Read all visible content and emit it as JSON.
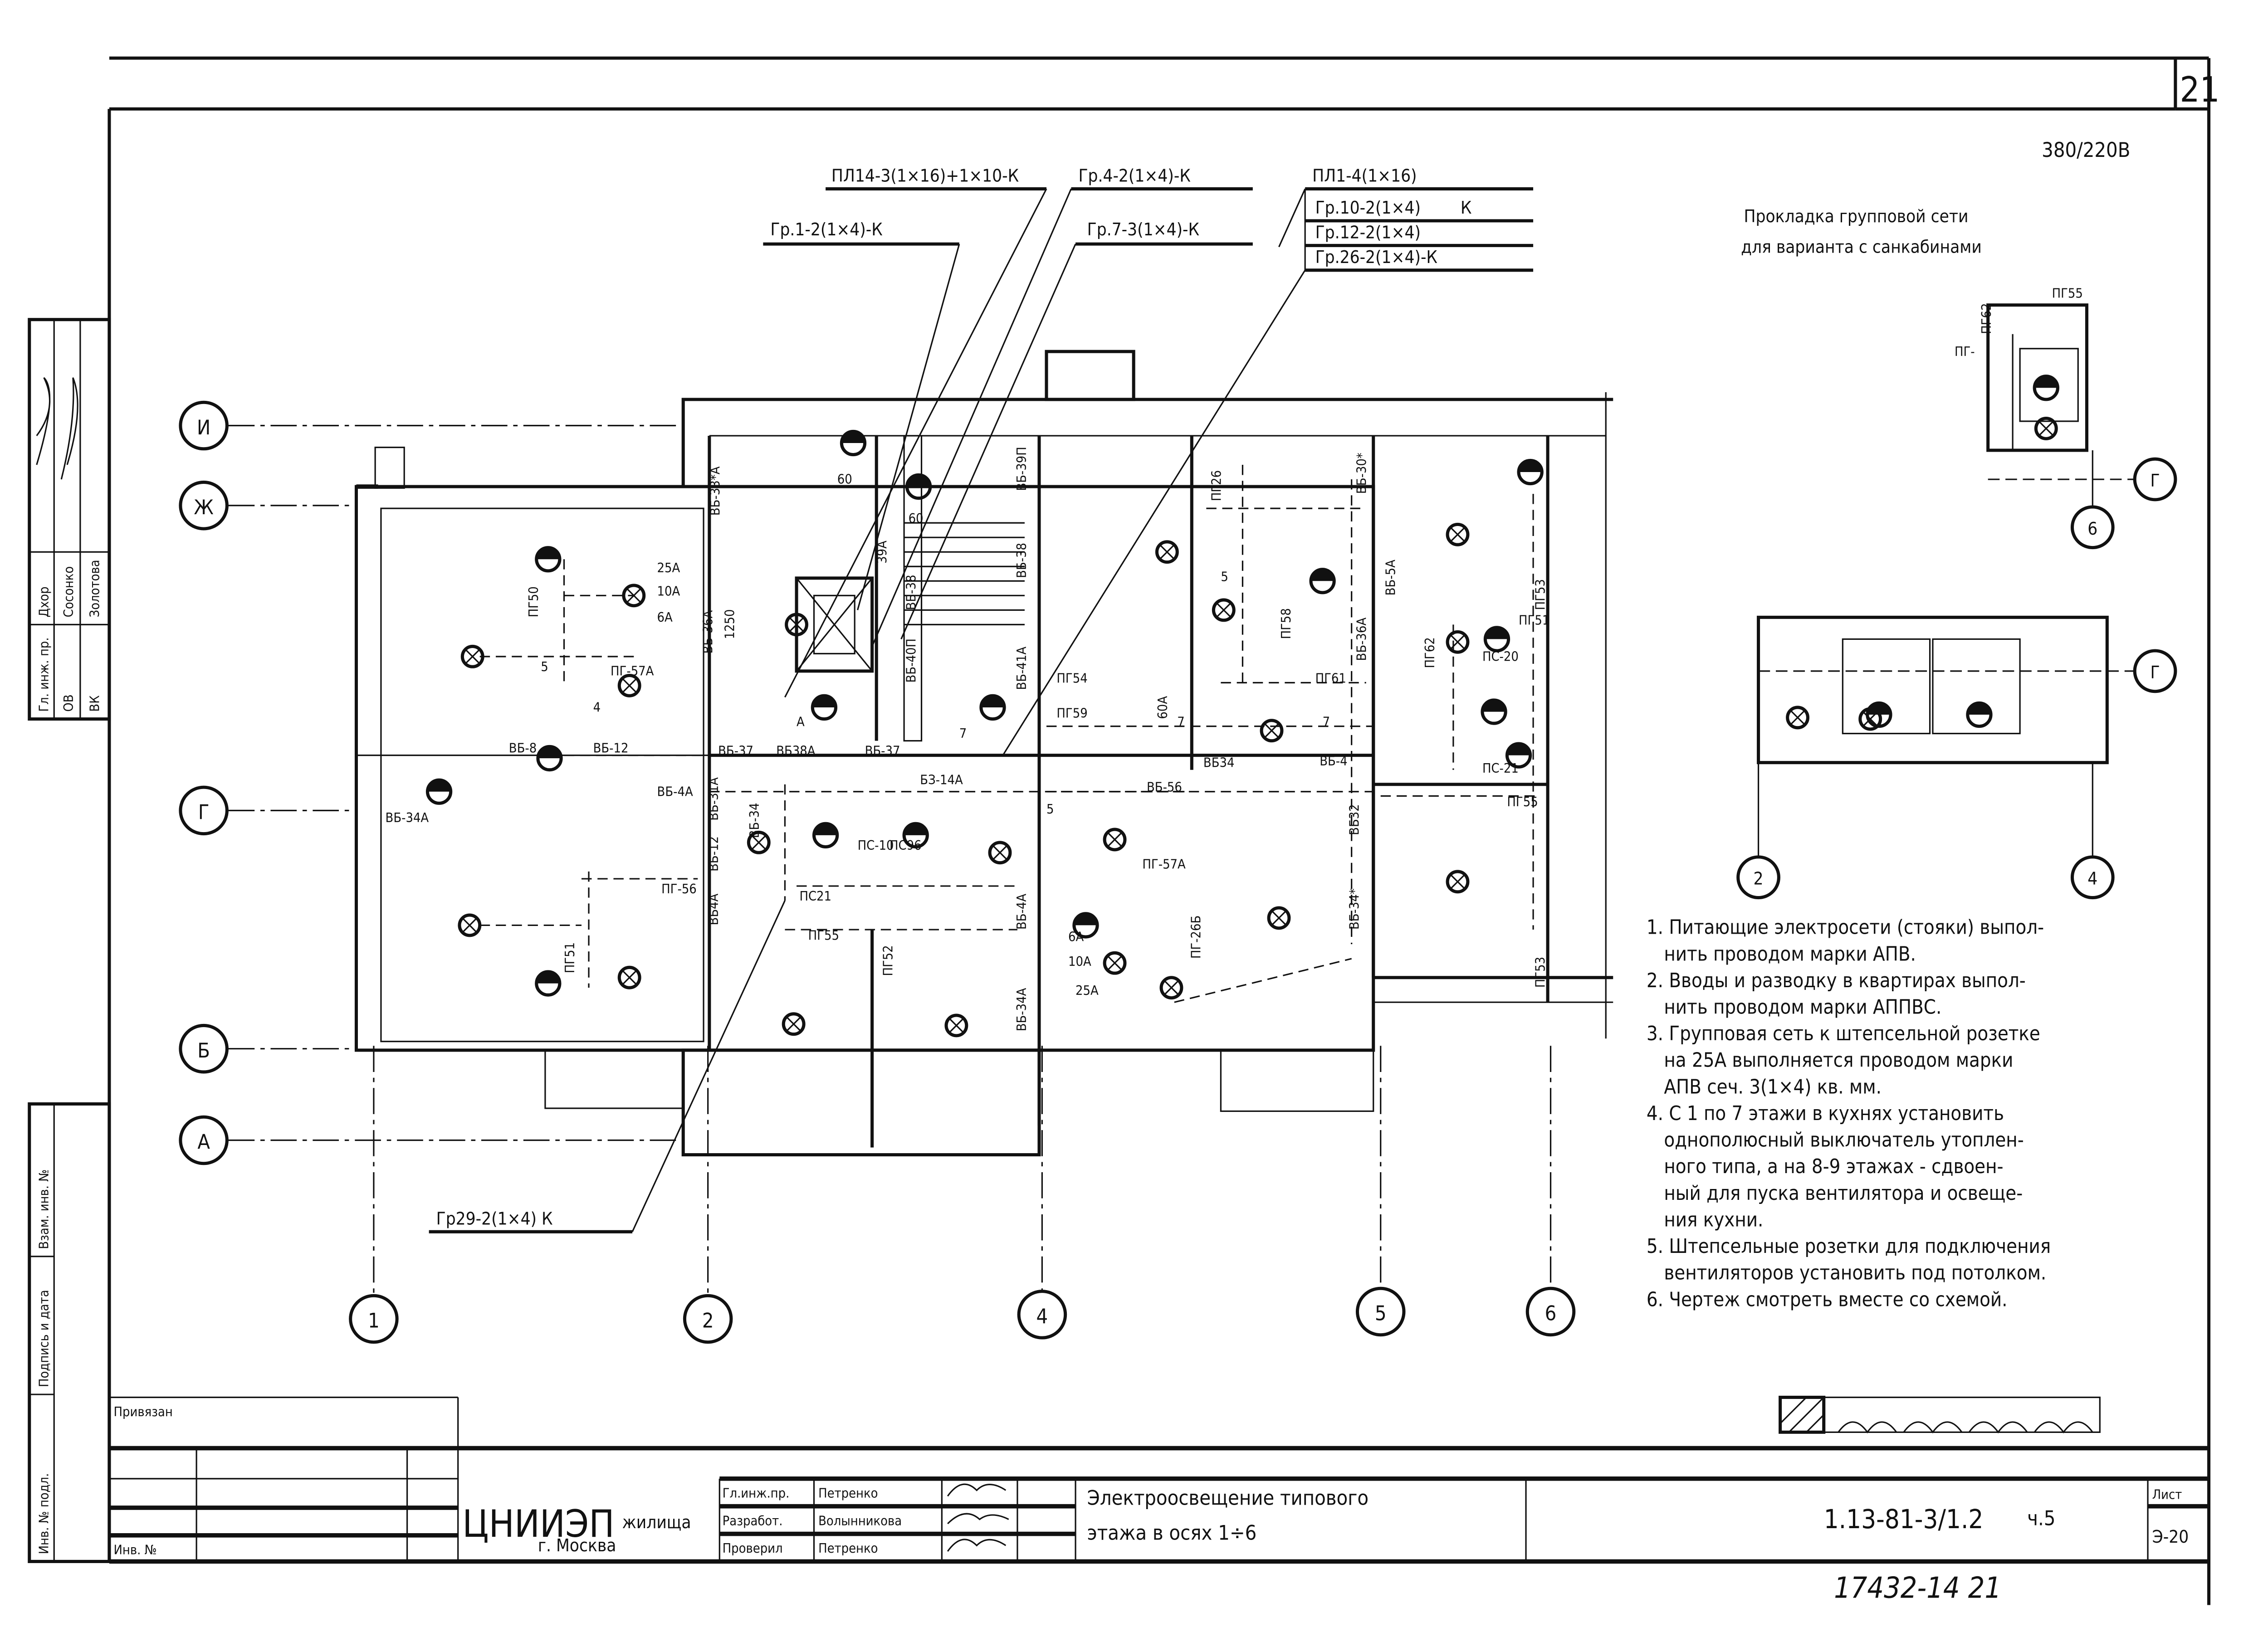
{
  "sheet": {
    "number": "21",
    "voltage": "380/220В",
    "archive_number": "17432-14 21"
  },
  "inset": {
    "title_line1": "Прокладка групповой сети",
    "title_line2": "для варианта с санкабинами",
    "labels": [
      "ПГ55",
      "ПГ62",
      "ПГ-"
    ],
    "axes": [
      "6",
      "Г",
      "Г",
      "2",
      "4"
    ]
  },
  "leaders": [
    "ПЛ14-3(1×16)+1×10-К",
    "Гр.4-2(1×4)-К",
    "Гр.1-2(1×4)-К",
    "Гр.7-3(1×4)-К",
    "ПЛ1-4(1×16)",
    "Гр.10-2(1×4)",
    "Гр.12-2(1×4)",
    "Гр.26-2(1×4)-К",
    "К",
    "Гр29-2(1×4) К"
  ],
  "row_axes": [
    "И",
    "Ж",
    "Г",
    "Б",
    "А"
  ],
  "column_axes": [
    "1",
    "2",
    "4",
    "5",
    "6"
  ],
  "plan_labels": [
    "ВБ-33*А",
    "ПГ50",
    "25А",
    "10А",
    "6А",
    "ВБ-36А",
    "1250",
    "ПГ-57А",
    "5",
    "4",
    "ВБ-8",
    "ВБ-12",
    "ВБ-4А",
    "ВБ-34А",
    "ВБ-31А",
    "ВБ-37",
    "ВБ38А",
    "ВБ-37",
    "БЗ-14А",
    "ВБ-12",
    "ВБ4А",
    "ВБ-34",
    "ПС-10",
    "ПС96",
    "ПС21",
    "ПГ55",
    "ПГ52",
    "ПГ-56",
    "ПГ51",
    "60",
    "60",
    "39А",
    "ВБ-38",
    "ВБ-40П",
    "ВБ-39П",
    "ВБ-38",
    "ВБ-41А",
    "ПГ54",
    "ПГ59",
    "60А",
    "ВБ-56",
    "ВБ34",
    "ВБ-4",
    "ВБ32",
    "ВБ-34*",
    "ВБ-4А",
    "ВБ-34А",
    "ПГ-57А",
    "ПГ-26Б",
    "6А",
    "10А",
    "25А",
    "ПГ26",
    "ПГ58",
    "ПГ61",
    "ВБ-36А",
    "ВБ-30*",
    "ВБ-5А",
    "ПГ62",
    "ПГ53",
    "ПГ51",
    "ПС-20",
    "ПС-21",
    "ПГ55",
    "ПГ53",
    "7",
    "7",
    "5",
    "5",
    "А",
    "7"
  ],
  "notes": [
    "1. Питающие электросети (стояки) выпол-",
    "нить проводом марки АПВ.",
    "2. Вводы и разводку в квартирах выпол-",
    "нить проводом марки АППВС.",
    "3. Групповая сеть к штепсельной розетке",
    "на 25А выполняется проводом марки",
    "АПВ сеч. 3(1×4) кв. мм.",
    "4. С 1 по 7 этажи в кухнях установить",
    "однополюсный выключатель утоплен-",
    "ного типа, а на 8-9 этажах - сдвоен-",
    "ный для пуска вентилятора и освеще-",
    "ния кухни.",
    "5. Штепсельные розетки для подключения",
    "вентиляторов установить под потолком.",
    "6. Чертеж смотреть вместе со схемой."
  ],
  "stamp": {
    "roles": [
      "Гл. инж. пр.",
      "ОВ",
      "ВК"
    ],
    "names": [
      "Дхор",
      "Сосонко",
      "Золотова"
    ],
    "side_fields": [
      "Инв. № подл.",
      "Подпись и дата",
      "Взам. инв. №"
    ]
  },
  "title_block": {
    "attached": "Привязан",
    "inv_no": "Инв. №",
    "org": "ЦНИИЭП",
    "org_suffix": "жилища",
    "city": "г. Москва",
    "roles": [
      "Гл.инж.пр.",
      "Разработ.",
      "Проверил"
    ],
    "names": [
      "Петренко",
      "Волынникова",
      "Петренко"
    ],
    "title_line1": "Электроосвещение типового",
    "title_line2": "этажа в осях 1÷6",
    "code": "1.13-81-3/1.2",
    "part": "ч.5",
    "sheet_label": "Лист",
    "sheet_value": "Э-20"
  }
}
